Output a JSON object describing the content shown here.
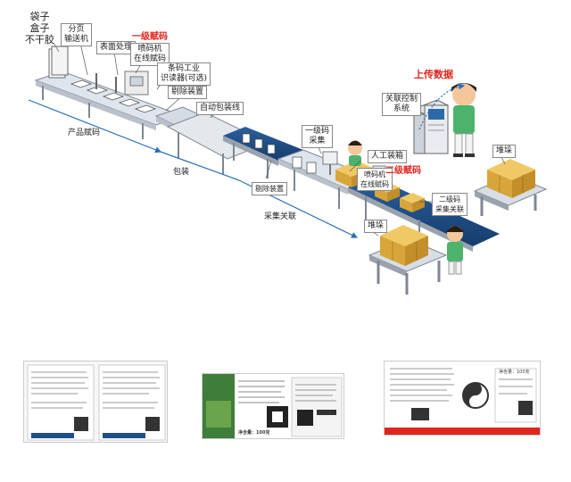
{
  "labels": {
    "bag_box": "袋子\n盒子\n不干胶",
    "paging": "分页\n输送机",
    "surface": "表面处理",
    "level1": "一级赋码",
    "printer_online": "喷码机\n在线赋码",
    "barcode_reader": "条码工业\n识读器(可选)",
    "reject1": "剔除装置",
    "auto_pack": "自动包装线",
    "product_code": "产品赋码",
    "packing": "包装",
    "reject2": "剔除装置",
    "level1_collect": "一级码\n采集",
    "manual_box": "人工装箱",
    "printer2": "喷码机\n在线赋码",
    "level2": "二级赋码",
    "assoc_ctrl": "关联控制\n系统",
    "upload": "上传数据",
    "stack1": "堆垛",
    "stack2": "堆垛",
    "level2_assoc": "二级码\n采集关联",
    "collect_assoc": "采集关联"
  },
  "samples": {
    "card3_title": "净含量：100克",
    "card2_net": "净含量：100克"
  },
  "colors": {
    "belt_dark": "#1f4f8a",
    "belt_light": "#e9eef4",
    "frame": "#9aa3ad",
    "box": "#e3b64a",
    "box_dark": "#c28f2a",
    "shirt": "#4bb36b",
    "skin": "#f3c79b",
    "hair": "#2a1e14",
    "arrow_line": "#2c6fb5",
    "red": "#e0231b"
  }
}
